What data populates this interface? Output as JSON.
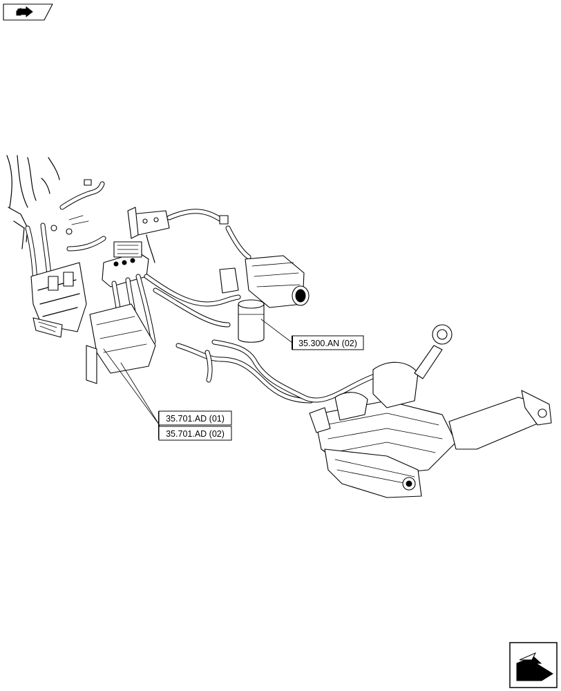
{
  "callouts": {
    "filter_ref": "35.300.AN (02)",
    "valve_ref_1": "35.701.AD (01)",
    "valve_ref_2": "35.701.AD (02)"
  },
  "icons": {
    "top_left": "arrow-nav-icon",
    "bottom_right": "next-page-arrow-icon"
  }
}
